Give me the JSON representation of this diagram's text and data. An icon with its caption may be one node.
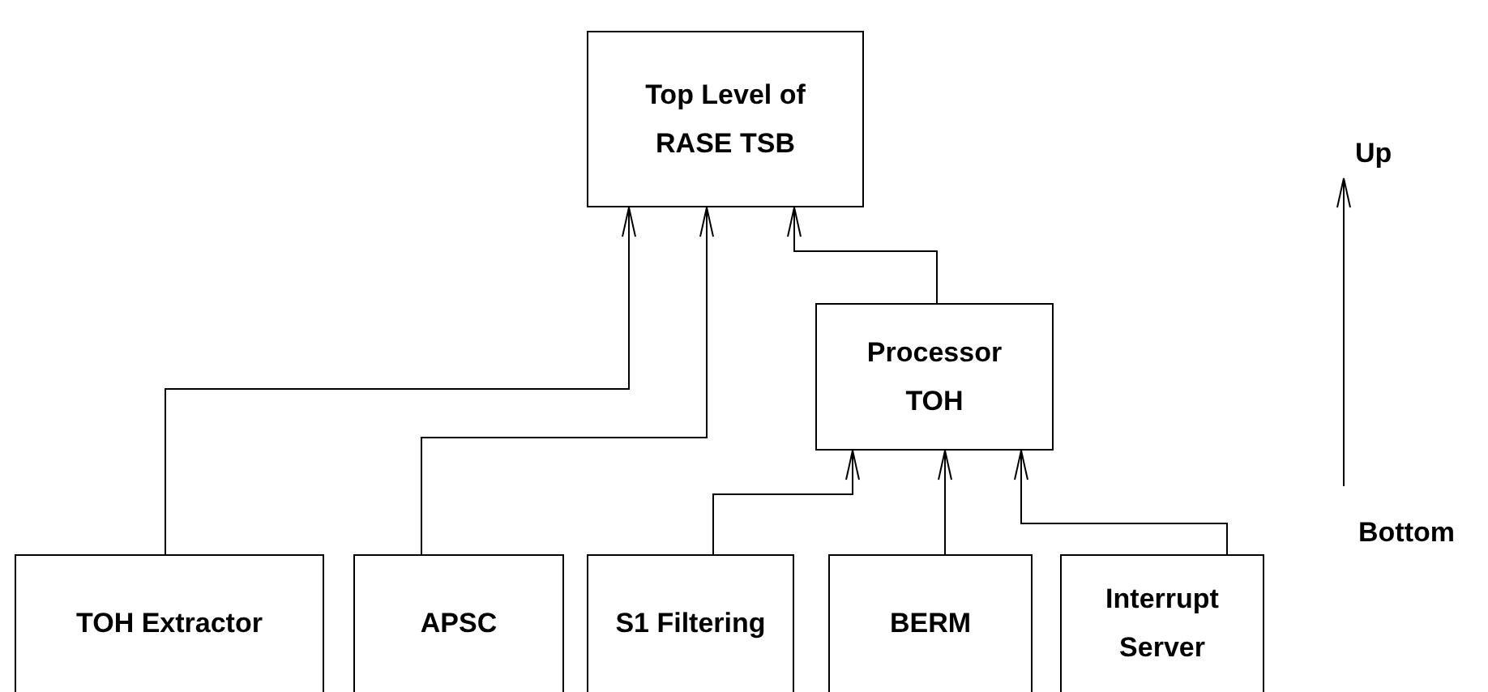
{
  "diagram": {
    "nodes": [
      {
        "text": [
          "Top Level of RASE TSB"
        ]
      },
      {
        "text": [
          "Processor TOH"
        ]
      },
      {
        "text": [
          "TOH Extractor"
        ]
      },
      {
        "text": [
          "APSC"
        ]
      },
      {
        "text": [
          "S1 Filtering"
        ]
      },
      {
        "text": [
          "BERM"
        ]
      },
      {
        "text": [
          "Interrupt Server"
        ]
      }
    ],
    "edges": [
      {
        "from": 2,
        "to": 0,
        "arrow": "to"
      },
      {
        "from": 3,
        "to": 0,
        "arrow": "to"
      },
      {
        "from": 1,
        "to": 0,
        "arrow": "to"
      },
      {
        "from": 4,
        "to": 1,
        "arrow": "to"
      },
      {
        "from": 5,
        "to": 1,
        "arrow": "to"
      },
      {
        "from": 6,
        "to": 1,
        "arrow": "to"
      }
    ],
    "labels": [
      "Up",
      "Bottom"
    ]
  }
}
